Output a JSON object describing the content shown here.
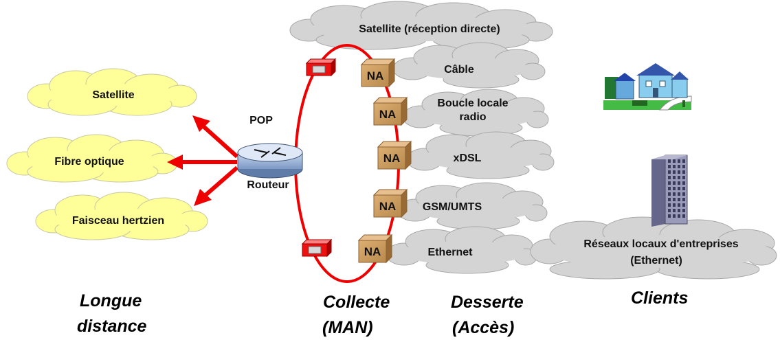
{
  "long_distance_links": [
    "Satellite",
    "Fibre optique",
    "Faisceau hertzien"
  ],
  "pop": {
    "label": "POP",
    "router_label": "Routeur"
  },
  "satellite_direct": "Satellite (réception directe)",
  "access_networks": [
    {
      "na_label": "NA",
      "lines": [
        "Câble"
      ]
    },
    {
      "na_label": "NA",
      "lines": [
        "Boucle locale",
        "radio"
      ]
    },
    {
      "na_label": "NA",
      "lines": [
        "xDSL"
      ]
    },
    {
      "na_label": "NA",
      "lines": [
        "GSM/UMTS"
      ]
    },
    {
      "na_label": "NA",
      "lines": [
        "Ethernet"
      ]
    }
  ],
  "enterprise_lan": [
    "Réseaux locaux d'entreprises",
    "(Ethernet)"
  ],
  "zones": {
    "long_distance": [
      "Longue",
      "distance"
    ],
    "collecte": [
      "Collecte",
      "(MAN)"
    ],
    "desserte": [
      "Desserte",
      "(Accès)"
    ],
    "clients": [
      "Clients"
    ]
  },
  "colors": {
    "yellow_cloud": "#ffff99",
    "grey_cloud": "#d4d4d4",
    "ring_red": "#ee0000",
    "na_box": "#cc9955"
  }
}
